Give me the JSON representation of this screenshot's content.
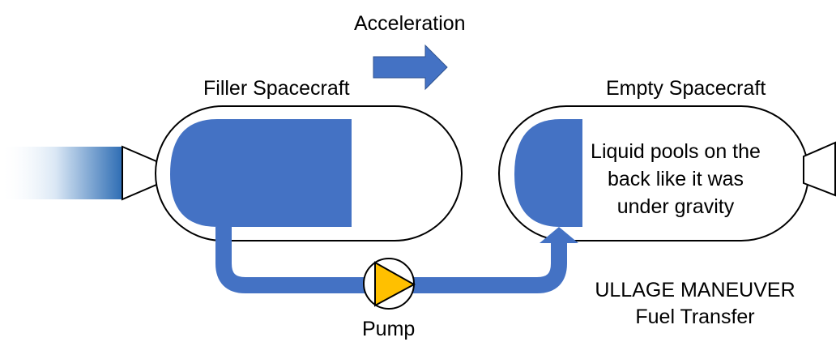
{
  "labels": {
    "acceleration": "Acceleration",
    "filler_spacecraft": "Filler Spacecraft",
    "empty_spacecraft": "Empty Spacecraft",
    "liquid_note_line1": "Liquid pools on the",
    "liquid_note_line2": "back like it was",
    "liquid_note_line3": "under gravity",
    "pump": "Pump",
    "title_line1": "ULLAGE MANEUVER",
    "title_line2": "Fuel Transfer"
  },
  "colors": {
    "fluid": "#4472c4",
    "pump": "#ffc000",
    "outline": "#000000"
  },
  "icons": {
    "acceleration_arrow": "right-arrow-icon",
    "thruster_exhaust": "exhaust-plume",
    "pump_symbol": "pump-icon"
  }
}
